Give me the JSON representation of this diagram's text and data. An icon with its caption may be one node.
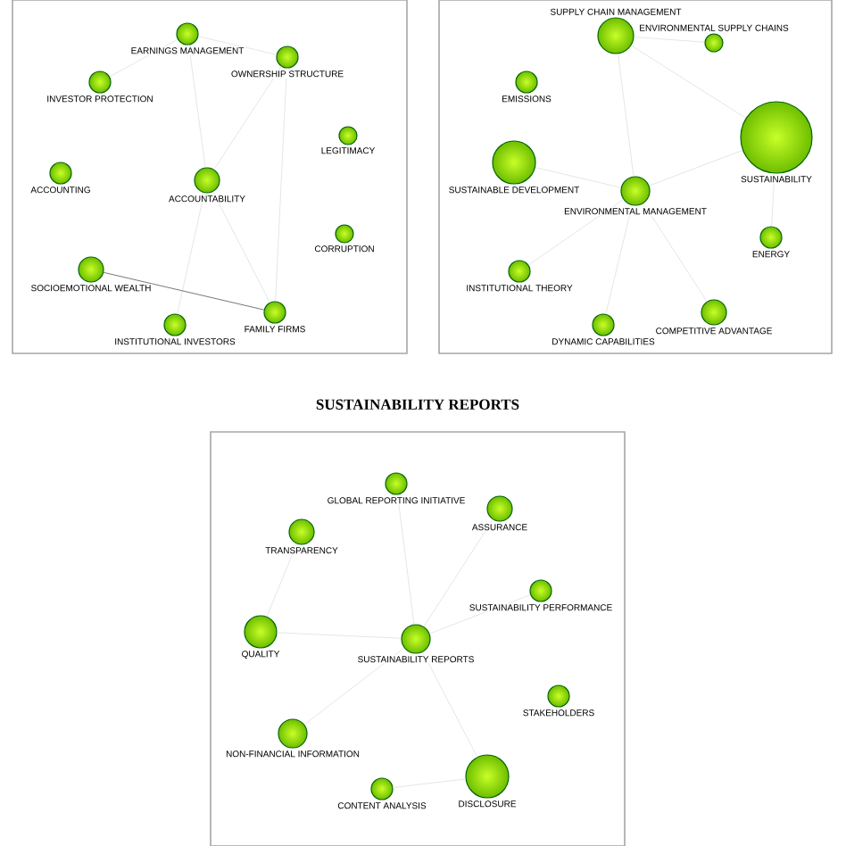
{
  "diagram": {
    "nodes": [
      {
        "text": [],
        "shape": "box"
      },
      {
        "text": [
          "EARNINGS MANAGEMENT"
        ],
        "in": 0
      },
      {
        "text": [
          "OWNERSHIP STRUCTURE"
        ],
        "in": 0
      },
      {
        "text": [
          "INVESTOR PROTECTION"
        ],
        "in": 0
      },
      {
        "text": [
          "LEGITIMACY"
        ],
        "in": 0
      },
      {
        "text": [
          "ACCOUNTING"
        ],
        "in": 0
      },
      {
        "text": [
          "ACCOUNTABILITY"
        ],
        "in": 0
      },
      {
        "text": [
          "CORRUPTION"
        ],
        "in": 0
      },
      {
        "text": [
          "SOCIOEMOTIONAL WEALTH"
        ],
        "in": 0
      },
      {
        "text": [
          "FAMILY FIRMS"
        ],
        "in": 0
      },
      {
        "text": [
          "INSTITUTIONAL INVESTORS"
        ],
        "in": 0
      },
      {
        "text": [],
        "shape": "box"
      },
      {
        "text": [
          "SUPPLY CHAIN MANAGEMENT"
        ],
        "in": 11
      },
      {
        "text": [
          "ENVIRONMENTAL SUPPLY CHAINS"
        ],
        "in": 11
      },
      {
        "text": [
          "EMISSIONS"
        ],
        "in": 11
      },
      {
        "text": [
          "SUSTAINABILITY"
        ],
        "in": 11
      },
      {
        "text": [
          "SUSTAINABLE DEVELOPMENT"
        ],
        "in": 11
      },
      {
        "text": [
          "ENVIRONMENTAL MANAGEMENT"
        ],
        "in": 11
      },
      {
        "text": [
          "ENERGY"
        ],
        "in": 11
      },
      {
        "text": [
          "INSTITUTIONAL THEORY"
        ],
        "in": 11
      },
      {
        "text": [
          "DYNAMIC CAPABILITIES"
        ],
        "in": 11
      },
      {
        "text": [
          "COMPETITIVE ADVANTAGE"
        ],
        "in": 11
      },
      {
        "text": [
          "SUSTAINABILITY REPORTS"
        ]
      },
      {
        "text": [
          "GLOBAL REPORTING INITIATIVE"
        ],
        "in": 22
      },
      {
        "text": [
          "ASSURANCE"
        ],
        "in": 22
      },
      {
        "text": [
          "TRANSPARENCY"
        ],
        "in": 22
      },
      {
        "text": [
          "SUSTAINABILITY PERFORMANCE"
        ],
        "in": 22
      },
      {
        "text": [
          "QUALITY"
        ],
        "in": 22
      },
      {
        "text": [
          "SUSTAINABILITY REPORTS"
        ],
        "in": 22
      },
      {
        "text": [
          "STAKEHOLDERS"
        ],
        "in": 22
      },
      {
        "text": [
          "NON-FINANCIAL INFORMATION"
        ],
        "in": 22
      },
      {
        "text": [
          "CONTENT ANALYSIS"
        ],
        "in": 22
      },
      {
        "text": [
          "DISCLOSURE"
        ],
        "in": 22
      }
    ],
    "edges": [
      {
        "from": 6,
        "to": 1,
        "arrow": "none"
      },
      {
        "from": 6,
        "to": 2,
        "arrow": "none"
      },
      {
        "from": 1,
        "to": 2,
        "arrow": "none"
      },
      {
        "from": 3,
        "to": 1,
        "arrow": "none"
      },
      {
        "from": 6,
        "to": 9,
        "arrow": "none"
      },
      {
        "from": 6,
        "to": 10,
        "arrow": "none"
      },
      {
        "from": 8,
        "to": 9,
        "arrow": "none",
        "color": "#555555"
      },
      {
        "from": 2,
        "to": 9,
        "arrow": "none"
      },
      {
        "from": 17,
        "to": 12,
        "arrow": "none"
      },
      {
        "from": 17,
        "to": 15,
        "arrow": "none"
      },
      {
        "from": 17,
        "to": 16,
        "arrow": "none"
      },
      {
        "from": 17,
        "to": 19,
        "arrow": "none"
      },
      {
        "from": 17,
        "to": 20,
        "arrow": "none"
      },
      {
        "from": 17,
        "to": 21,
        "arrow": "none"
      },
      {
        "from": 12,
        "to": 15,
        "arrow": "none"
      },
      {
        "from": 12,
        "to": 13,
        "arrow": "none"
      },
      {
        "from": 15,
        "to": 18,
        "arrow": "none"
      },
      {
        "from": 28,
        "to": 23,
        "arrow": "none"
      },
      {
        "from": 28,
        "to": 24,
        "arrow": "none"
      },
      {
        "from": 28,
        "to": 27,
        "arrow": "none"
      },
      {
        "from": 28,
        "to": 26,
        "arrow": "none"
      },
      {
        "from": 28,
        "to": 32,
        "arrow": "none"
      },
      {
        "from": 28,
        "to": 30,
        "arrow": "none"
      },
      {
        "from": 25,
        "to": 27,
        "arrow": "none"
      },
      {
        "from": 32,
        "to": 31,
        "arrow": "none"
      }
    ]
  }
}
